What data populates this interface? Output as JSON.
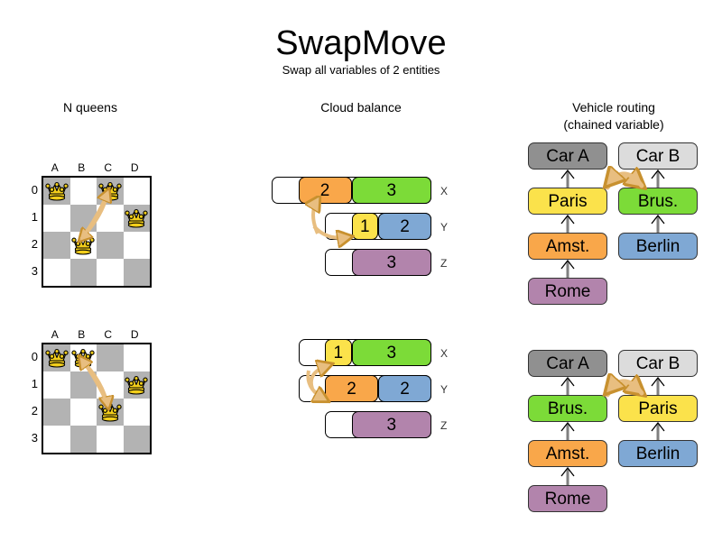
{
  "header": {
    "title": "SwapMove",
    "subtitle": "Swap all variables of 2 entities"
  },
  "columns": {
    "queens": "N queens",
    "cloud": "Cloud balance",
    "vrp_line1": "Vehicle routing",
    "vrp_line2": "(chained variable)"
  },
  "colors": {
    "orange": "#F9A74A",
    "green": "#7CDB38",
    "yellow": "#FBE24B",
    "blue": "#7FA8D4",
    "purple": "#B284AC",
    "car_a_gray": "#909090",
    "car_b_gray": "#DCDCDC",
    "board_dark": "#B3B3B3",
    "board_light": "#FFFFFF",
    "swap_arrow": "#E8BE80",
    "swap_arrow_stroke": "#C8912F",
    "queen_gold": "#F2CE1B",
    "connector_gray": "#808080"
  },
  "nqueens": {
    "column_labels": [
      "A",
      "B",
      "C",
      "D"
    ],
    "row_labels": [
      "0",
      "1",
      "2",
      "3"
    ],
    "before": {
      "queens": [
        {
          "col": 0,
          "row": 0,
          "label": "A0"
        },
        {
          "col": 2,
          "row": 0,
          "label": "C0"
        },
        {
          "col": 3,
          "row": 1,
          "label": "D1"
        },
        {
          "col": 1,
          "row": 2,
          "label": "B2"
        }
      ],
      "swap_pair": [
        "C0",
        "B2"
      ]
    },
    "after": {
      "queens": [
        {
          "col": 0,
          "row": 0,
          "label": "A0"
        },
        {
          "col": 1,
          "row": 0,
          "label": "B0"
        },
        {
          "col": 3,
          "row": 1,
          "label": "D1"
        },
        {
          "col": 2,
          "row": 2,
          "label": "C2"
        }
      ],
      "swap_pair": [
        "B0",
        "C2"
      ]
    }
  },
  "cloud_balance": {
    "computer_labels": [
      "X",
      "Y",
      "Z"
    ],
    "before": {
      "rows": [
        {
          "computer": "X",
          "processes": [
            {
              "value": "2",
              "color": "#F9A74A"
            },
            {
              "value": "3",
              "color": "#7CDB38"
            }
          ]
        },
        {
          "computer": "Y",
          "processes": [
            {
              "value": "1",
              "color": "#FBE24B"
            },
            {
              "value": "2",
              "color": "#7FA8D4"
            }
          ]
        },
        {
          "computer": "Z",
          "processes": [
            {
              "value": "3",
              "color": "#B284AC"
            }
          ]
        }
      ]
    },
    "after": {
      "rows": [
        {
          "computer": "X",
          "processes": [
            {
              "value": "1",
              "color": "#FBE24B"
            },
            {
              "value": "3",
              "color": "#7CDB38"
            }
          ]
        },
        {
          "computer": "Y",
          "processes": [
            {
              "value": "2",
              "color": "#F9A74A"
            },
            {
              "value": "2",
              "color": "#7FA8D4"
            }
          ]
        },
        {
          "computer": "Z",
          "processes": [
            {
              "value": "3",
              "color": "#B284AC"
            }
          ]
        }
      ]
    }
  },
  "vehicle_routing": {
    "before": {
      "vehicles": [
        {
          "name": "Car A",
          "color": "#909090",
          "chain": [
            {
              "name": "Paris",
              "color": "#FBE24B"
            },
            {
              "name": "Amst.",
              "color": "#F9A74A"
            },
            {
              "name": "Rome",
              "color": "#B284AC"
            }
          ]
        },
        {
          "name": "Car B",
          "color": "#DCDCDC",
          "chain": [
            {
              "name": "Brus.",
              "color": "#7CDB38"
            },
            {
              "name": "Berlin",
              "color": "#7FA8D4"
            }
          ]
        }
      ],
      "swap_pair": [
        "Paris",
        "Brus."
      ]
    },
    "after": {
      "vehicles": [
        {
          "name": "Car A",
          "color": "#909090",
          "chain": [
            {
              "name": "Brus.",
              "color": "#7CDB38"
            },
            {
              "name": "Amst.",
              "color": "#F9A74A"
            },
            {
              "name": "Rome",
              "color": "#B284AC"
            }
          ]
        },
        {
          "name": "Car B",
          "color": "#DCDCDC",
          "chain": [
            {
              "name": "Paris",
              "color": "#FBE24B"
            },
            {
              "name": "Berlin",
              "color": "#7FA8D4"
            }
          ]
        }
      ],
      "swap_pair": [
        "Brus.",
        "Paris"
      ]
    }
  }
}
